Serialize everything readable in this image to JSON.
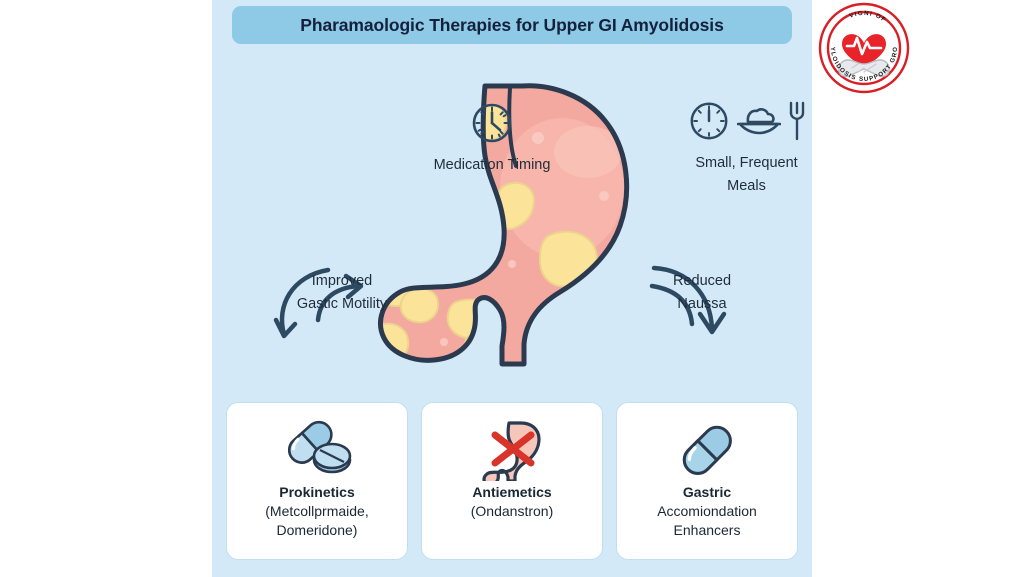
{
  "panel": {
    "background_color": "#d3e9f7",
    "page_background": "#ffffff"
  },
  "header": {
    "title": "Pharamaologic Therapies for Upper GI Amyolidosis",
    "bar_color": "#8ecae6",
    "text_color": "#14213d"
  },
  "logo": {
    "alt": "Amyloidosis Support Group of India",
    "text_top": "VIGNI OF",
    "text_bottom": "AMYLOIDOSIS SUPPORT GROUP",
    "ring_color": "#d81f26",
    "heart_color": "#e8232a",
    "hands_color": "#e5e7ea"
  },
  "features": [
    {
      "id": "medication-timing",
      "label": "Medication Timing",
      "icons": [
        "clock-icon"
      ]
    },
    {
      "id": "small-frequent-meals",
      "label": "Small, Frequent Meals",
      "line1": "Small, Frequent",
      "line2": "Meals",
      "icons": [
        "clock-icon",
        "plate-of-food-icon",
        "fork-icon"
      ]
    },
    {
      "id": "improved-gastric-motility",
      "label": "Improved Gastic Motility",
      "line1": "Improved",
      "line2": "Gastic Motility",
      "icons": [
        "curved-arrow-up-icon"
      ]
    },
    {
      "id": "reduced-nausea",
      "label": "Reduced Naussa",
      "line1": "Reduced",
      "line2": "Naussa",
      "icons": [
        "curved-arrow-down-icon"
      ]
    }
  ],
  "illustration": {
    "name": "stomach-with-amyloid-deposits",
    "body_color": "#f4a9a0",
    "body_highlight": "#f7b9b0",
    "outline_color": "#2b3a4f",
    "deposit_color": "#fbe49a",
    "deposit_outline": "#e8cf86"
  },
  "cards": [
    {
      "id": "prokinetics",
      "icon": "two-pills-icon",
      "title": "Prokinetics",
      "sub_line1": "(Metcollprmaide,",
      "sub_line2": "Domeridone)"
    },
    {
      "id": "antiemetics",
      "icon": "stomach-crossed-out-icon",
      "title": "Antiemetics",
      "sub_line1": "(Ondanstron)",
      "sub_line2": ""
    },
    {
      "id": "gastric-accommodation-enhancers",
      "icon": "capsule-icon",
      "title": "Gastric",
      "sub_line1": "Accomiondation",
      "sub_line2": "Enhancers"
    }
  ],
  "colors": {
    "pill_blue": "#9ccbe6",
    "pill_blue_light": "#bfdff0",
    "pill_outline": "#2b3a4f",
    "stomach_pink": "#f6c6bb",
    "red_x": "#d8342a",
    "card_border": "#bfe0f2",
    "text_dark": "#1b2735",
    "arrow_color": "#2e4a63"
  }
}
